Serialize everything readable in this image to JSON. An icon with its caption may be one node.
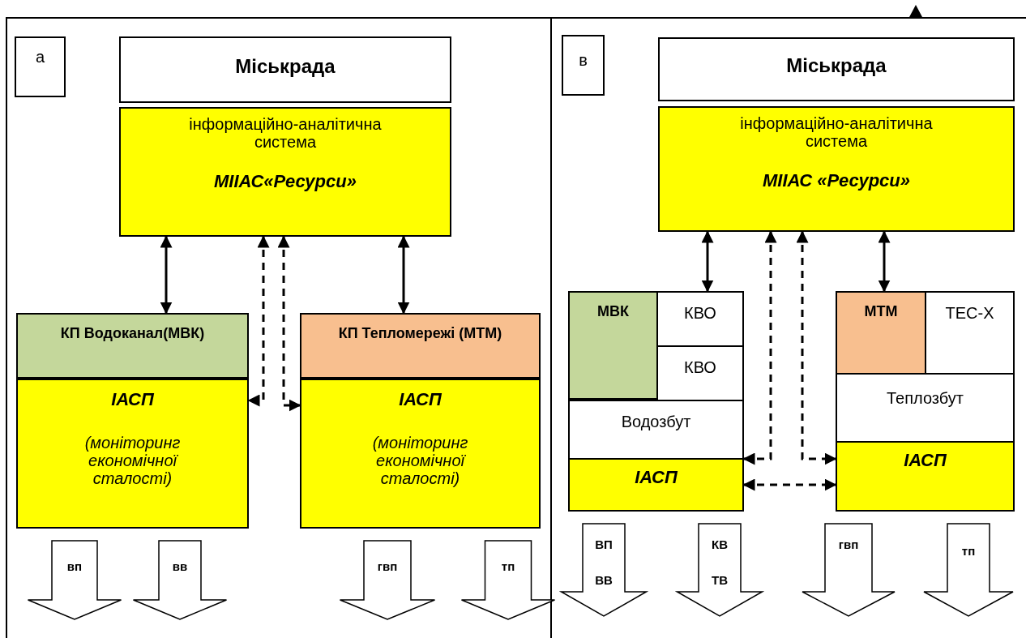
{
  "diagram": {
    "nodes": [
      {
        "text": [
          "а"
        ]
      },
      {
        "text": [
          "Міськрада"
        ]
      },
      {
        "text": [
          "інформаційно-аналітична система",
          "МІІАС«Ресурси»"
        ]
      },
      {
        "text": [
          "КП Водоканал(МВК)"
        ]
      },
      {
        "text": [
          "ІАСП",
          "(моніторинг економічної сталості)"
        ]
      },
      {
        "text": [
          "КП Тепломережі (МТМ)"
        ]
      },
      {
        "text": [
          "ІАСП",
          "(моніторинг економічної сталості)"
        ]
      },
      {
        "text": [
          "в"
        ]
      },
      {
        "text": [
          "Міськрада"
        ]
      },
      {
        "text": [
          "інформаційно-аналітична система",
          "МІІАС «Ресурси»"
        ]
      },
      {
        "text": [
          "МВК"
        ]
      },
      {
        "text": [
          "КВО"
        ]
      },
      {
        "text": [
          "КВО"
        ]
      },
      {
        "text": [
          "Водозбут"
        ]
      },
      {
        "text": [
          "ІАСП"
        ]
      },
      {
        "text": [
          "МТМ"
        ]
      },
      {
        "text": [
          "ТЕС-Х"
        ]
      },
      {
        "text": [
          "Теплозбут"
        ]
      },
      {
        "text": [
          "ІАСП"
        ]
      }
    ],
    "edges": [
      {
        "from": 2,
        "to": 3,
        "arrow": "both"
      },
      {
        "from": 2,
        "to": 5,
        "arrow": "both"
      },
      {
        "from": 2,
        "to": 4,
        "arrow": "both",
        "style": "dashed"
      },
      {
        "from": 2,
        "to": 6,
        "arrow": "both",
        "style": "dashed"
      },
      {
        "from": 9,
        "to": 11,
        "arrow": "both"
      },
      {
        "from": 9,
        "to": 15,
        "arrow": "both"
      },
      {
        "from": 9,
        "to": 14,
        "arrow": "both",
        "style": "dashed"
      },
      {
        "from": 9,
        "to": 18,
        "arrow": "both",
        "style": "dashed"
      },
      {
        "from": 14,
        "to": 18,
        "arrow": "both",
        "style": "dashed"
      },
      {
        "from": 4,
        "to": null,
        "arrow": "to",
        "label": "вп",
        "style": "thick"
      },
      {
        "from": 4,
        "to": null,
        "arrow": "to",
        "label": "вв",
        "style": "thick"
      },
      {
        "from": 6,
        "to": null,
        "arrow": "to",
        "label": "гвп",
        "style": "thick"
      },
      {
        "from": 6,
        "to": null,
        "arrow": "to",
        "label": "тп",
        "style": "thick"
      },
      {
        "from": 14,
        "to": null,
        "arrow": "to",
        "label": "ВП ВВ",
        "style": "thick"
      },
      {
        "from": 14,
        "to": null,
        "arrow": "to",
        "label": "КВ ТВ",
        "style": "thick"
      },
      {
        "from": 18,
        "to": null,
        "arrow": "to",
        "label": "гвп",
        "style": "thick"
      },
      {
        "from": 18,
        "to": null,
        "arrow": "to",
        "label": "тп",
        "style": "thick"
      }
    ]
  }
}
